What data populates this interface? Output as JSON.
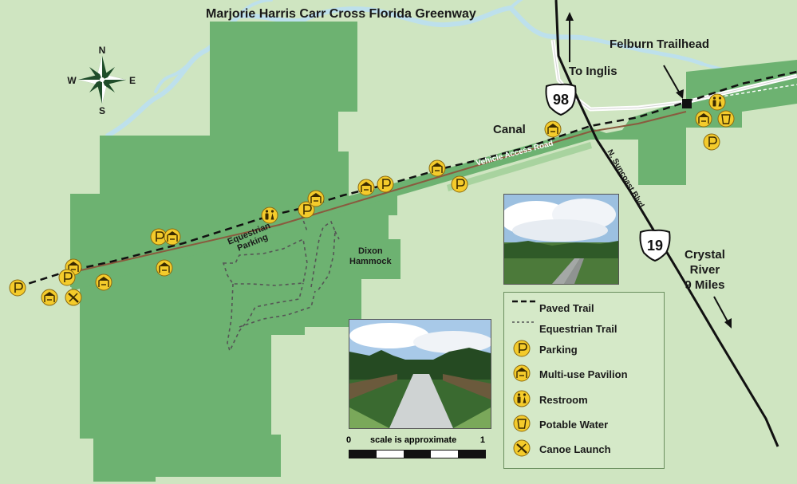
{
  "map": {
    "title": "Marjorie Harris Carr Cross Florida Greenway",
    "trailhead_label": "Felburn Trailhead",
    "direction_north": "To Inglis",
    "canal_label": "Canal",
    "vehicle_road_label": "Vehicle Access Road",
    "suncoast_label": "N. Suncoast Blvd.",
    "crystal_river_label": "Crystal River 9 Miles",
    "crystal_river_lines": [
      "Crystal",
      "River",
      "9 Miles"
    ],
    "dixon_label_lines": [
      "Dixon",
      "Hammock"
    ],
    "equestrian_parking_lines": [
      "Equestrian",
      "Parking"
    ],
    "highway_98": "98",
    "highway_19": "19",
    "compass": {
      "n": "N",
      "s": "S",
      "e": "E",
      "w": "W"
    }
  },
  "legend": {
    "items": [
      {
        "icon": "paved-trail",
        "label": "Paved Trail"
      },
      {
        "icon": "equestrian-trail",
        "label": "Equestrian Trail"
      },
      {
        "icon": "parking-icon",
        "label": "Parking"
      },
      {
        "icon": "pavilion-icon",
        "label": "Multi-use Pavilion"
      },
      {
        "icon": "restroom-icon",
        "label": "Restroom"
      },
      {
        "icon": "water-icon",
        "label": "Potable Water"
      },
      {
        "icon": "canoe-icon",
        "label": "Canoe Launch"
      }
    ]
  },
  "scale": {
    "start": "0",
    "caption": "scale is approximate",
    "end": "1"
  },
  "colors": {
    "background": "#cfe5c1",
    "greenway": "#6db271",
    "water": "#bde0ec",
    "trail": "#1a1a1a",
    "canal_road": "#8a5a3e",
    "icon_fill": "#f4cb2b"
  }
}
